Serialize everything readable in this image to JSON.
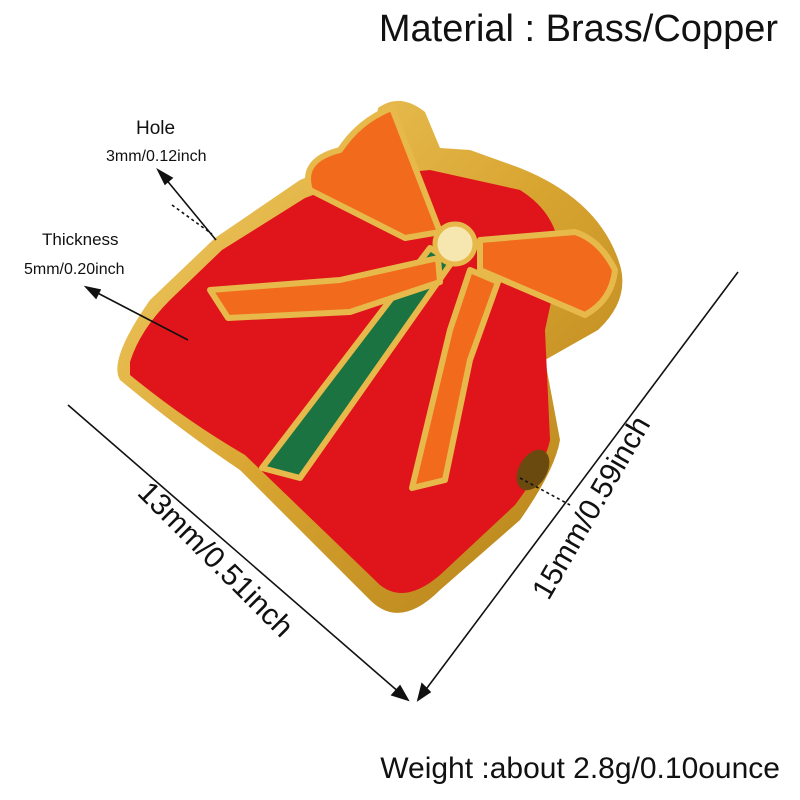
{
  "material": "Material : Brass/Copper",
  "hole": {
    "label": "Hole",
    "value": "3mm/0.12inch"
  },
  "thickness": {
    "label": "Thickness",
    "value": "5mm/0.20inch"
  },
  "width": "13mm/0.51inch",
  "height": "15mm/0.59inch",
  "weight": "Weight :about 2.8g/0.10ounce",
  "colors": {
    "gold": "#d9a531",
    "box_red": "#e0141b",
    "bow_orange": "#f26b1d",
    "ribbon_green": "#1a7340"
  }
}
